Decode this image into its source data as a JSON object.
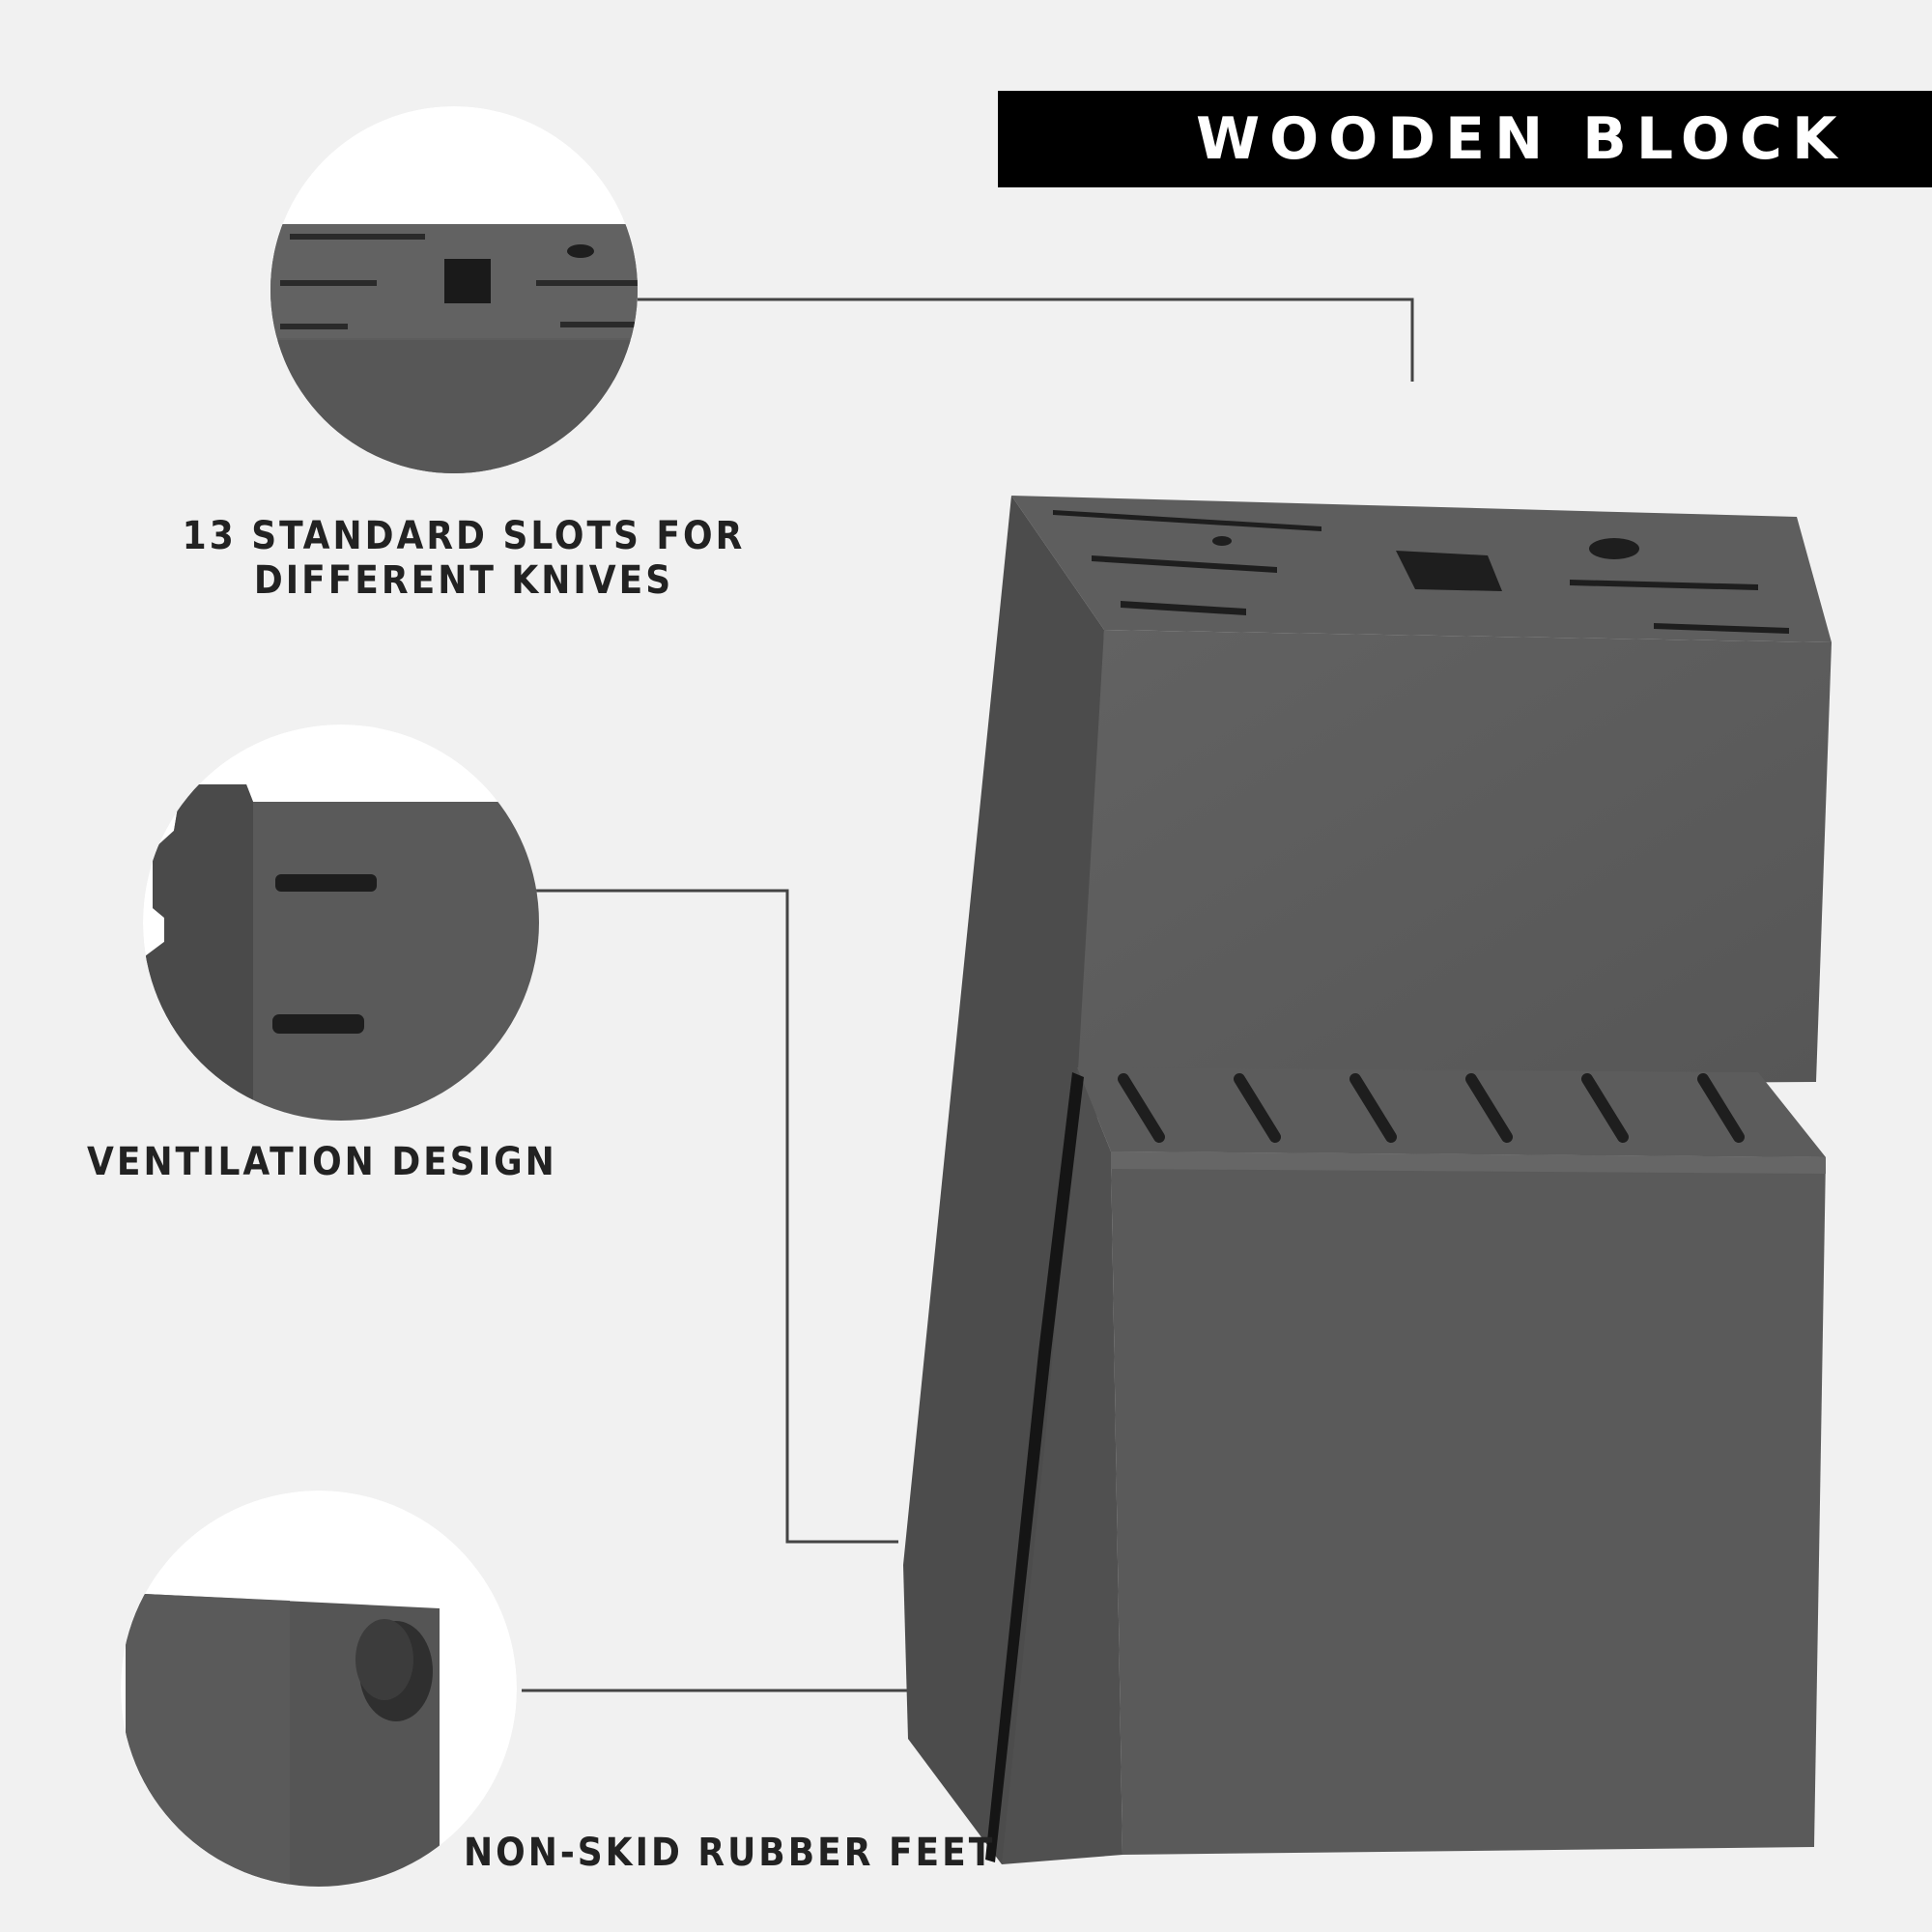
{
  "title": "WOODEN BLOCK",
  "features": [
    {
      "line1": "13 STANDARD SLOTS FOR",
      "line2": "DIFFERENT KNIVES"
    },
    {
      "line1": "VENTILATION DESIGN"
    },
    {
      "line1": "NON-SKID RUBBER FEET"
    }
  ],
  "colors": {
    "background": "#f1f1f1",
    "title_bar": "#000000",
    "block_dark": "#4a4a4a",
    "block_mid": "#5a5a5a",
    "block_light": "#666666"
  }
}
